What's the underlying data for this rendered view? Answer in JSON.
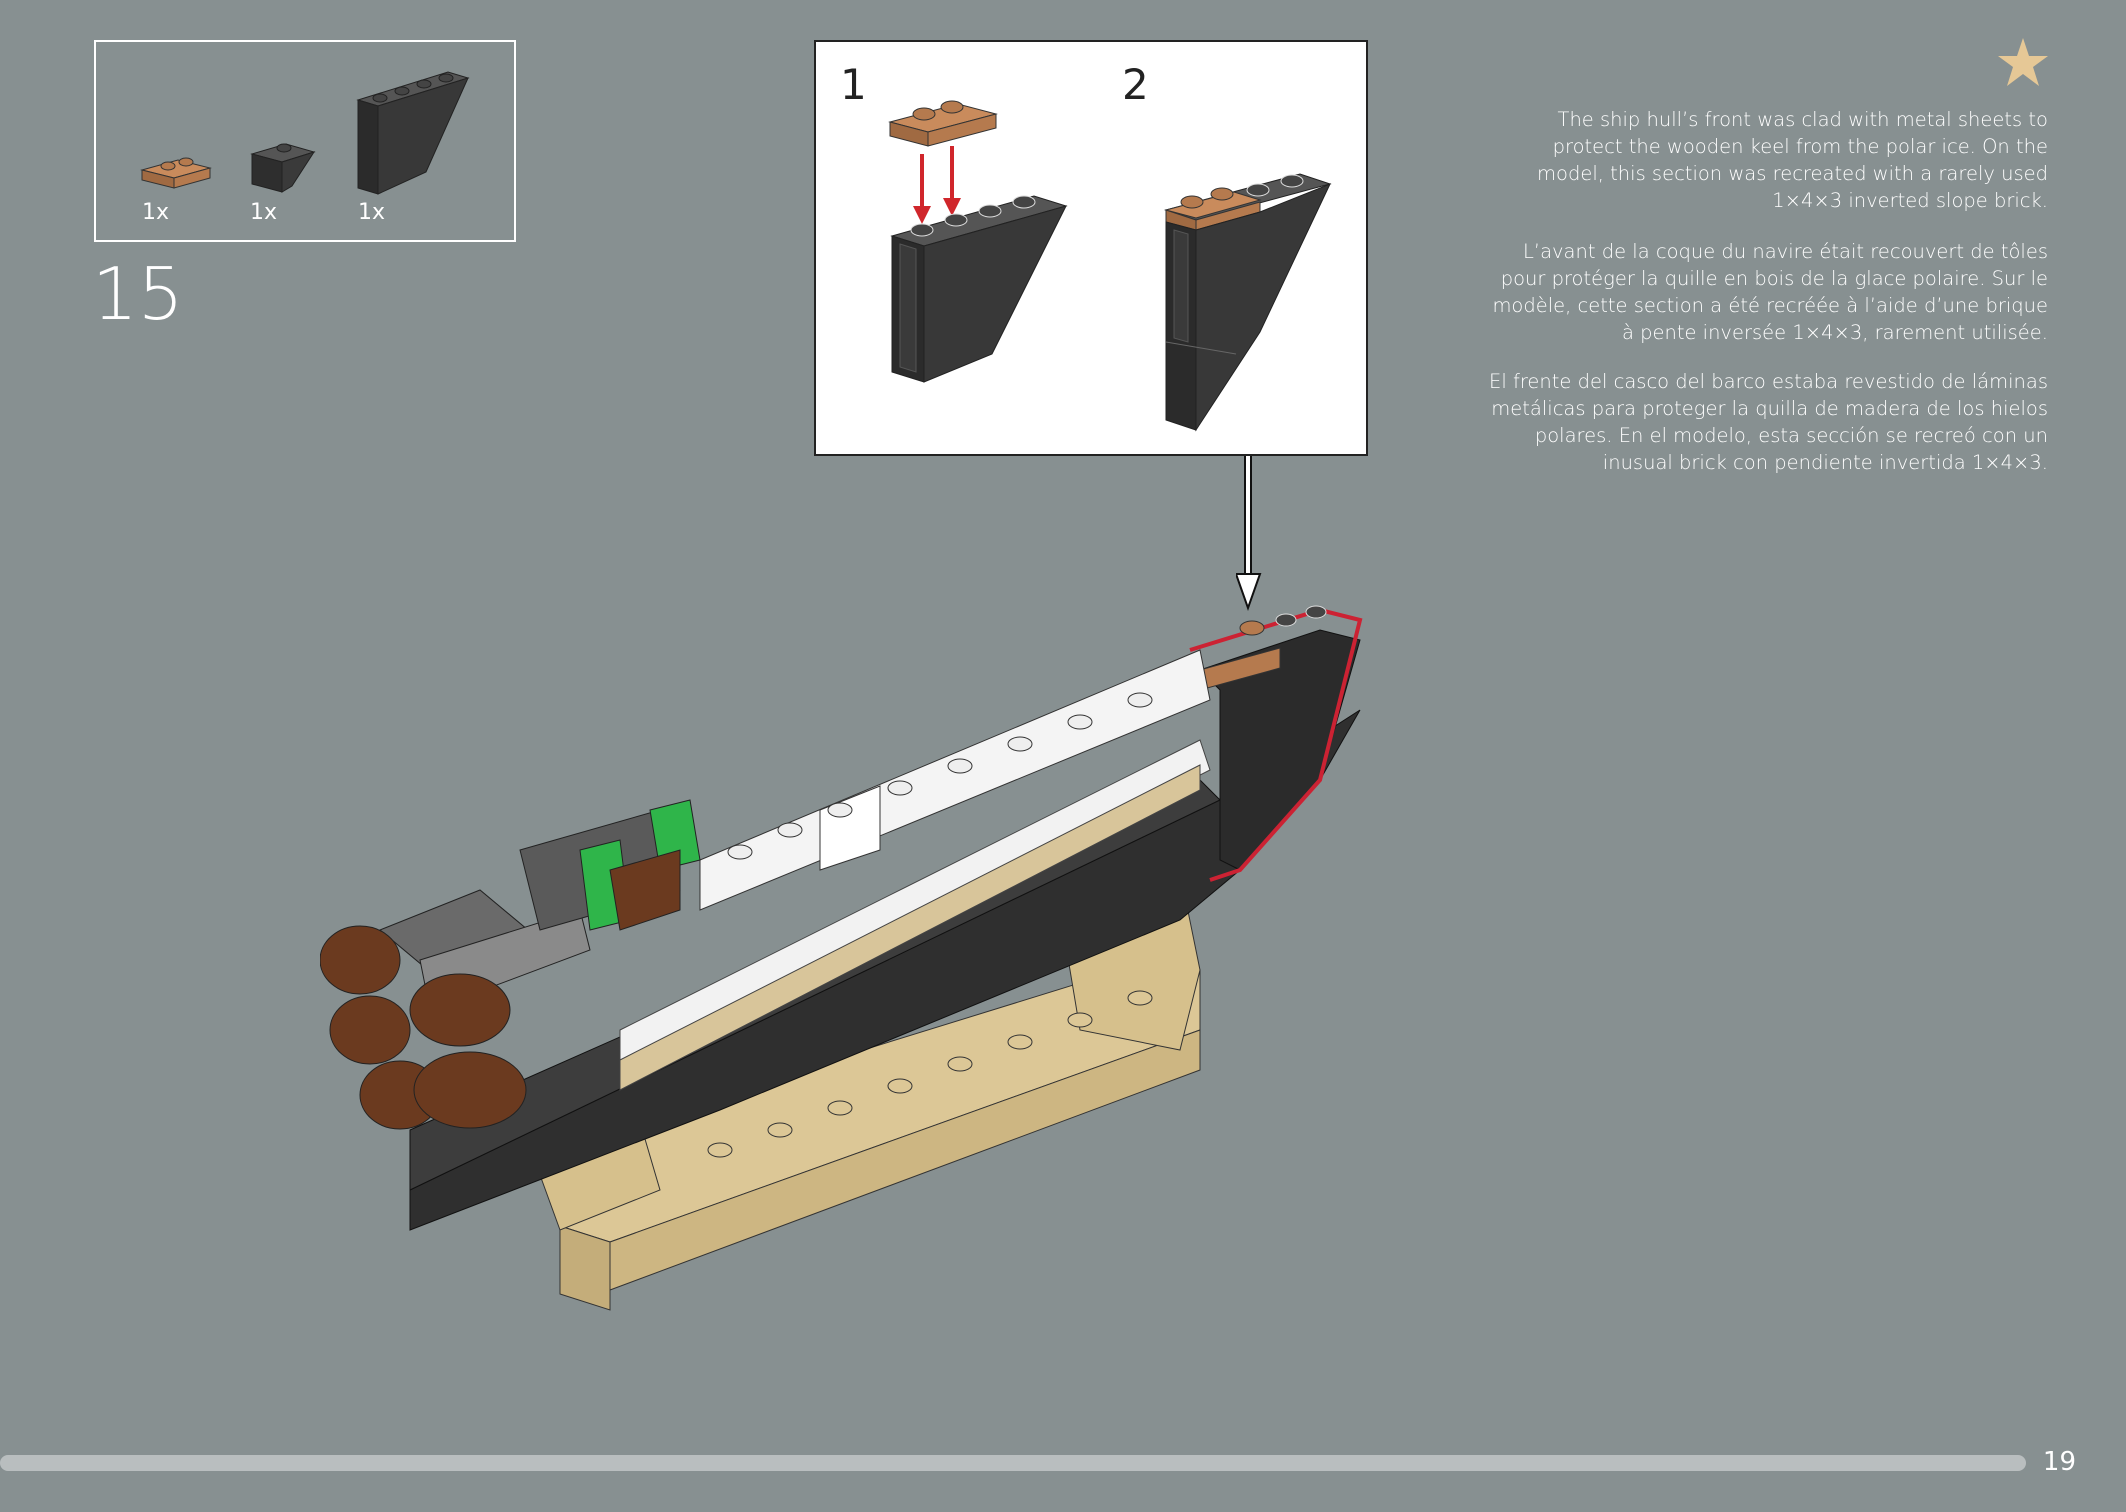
{
  "parts": [
    {
      "icon": "tan-plate-1x2-icon",
      "qty": "1x"
    },
    {
      "icon": "black-inverted-slope-2x1-icon",
      "qty": "1x"
    },
    {
      "icon": "black-inverted-slope-1x4x3-icon",
      "qty": "1x"
    }
  ],
  "step": {
    "number": "15"
  },
  "callout": {
    "substeps": [
      {
        "number": "1"
      },
      {
        "number": "2"
      }
    ]
  },
  "text": {
    "en": "The ship hull’s front was clad with metal sheets to protect the wooden keel from the polar ice. On the model, this section was recreated with a rarely used 1×4×3 inverted slope brick.",
    "fr": "L’avant de la coque du navire était recouvert de tôles pour protéger la quille en bois de la glace polaire. Sur le modèle, cette section a été recréée à l’aide d’une brique à pente inversée 1×4×3, rarement utilisée.",
    "es": "El frente del casco del barco estaba revestido de láminas metálicas para proteger la quilla de madera de los hielos polares. En el modelo, esta sección se recreó con un inusual brick con pendiente invertida 1×4×3."
  },
  "page": {
    "number": "19"
  },
  "colors": {
    "background": "#879091",
    "star": "#e6c896",
    "highlight": "#cc2233",
    "arrow_red": "#d0262b"
  }
}
